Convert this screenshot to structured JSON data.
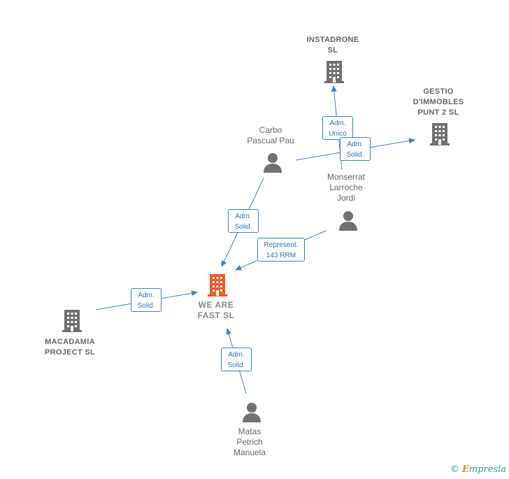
{
  "colors": {
    "edge": "#3b7fcf",
    "node": "#707070",
    "focus": "#f05a28"
  },
  "nodes": {
    "instadrone": "INSTADRONE\nSL",
    "gestio": "GESTIO\nD'IMMOBLES\nPUNT 2  SL",
    "carbo": "Carbo\nPascual Pau",
    "monserrat": "Monserrat\nLarroche\nJordi",
    "we_are_fast": "WE ARE\nFAST  SL",
    "macadamia": "MACADAMIA\nPROJECT  SL",
    "matas": "Matas\nPetrich\nManuela"
  },
  "edges": {
    "adm_unico": "Adm.\nUnico",
    "adm_solid_gestio": "Adm.\nSolid.",
    "adm_solid_carbo": "Adm.\nSolid.",
    "represent": "Represent.\n143 RRM",
    "adm_solid_macadamia": "Adm.\nSolid.",
    "adm_solid_matas": "Adm.\nSolid."
  },
  "footer": {
    "copyright": "©",
    "brand_e": "E",
    "brand_rest": "mpresia"
  }
}
